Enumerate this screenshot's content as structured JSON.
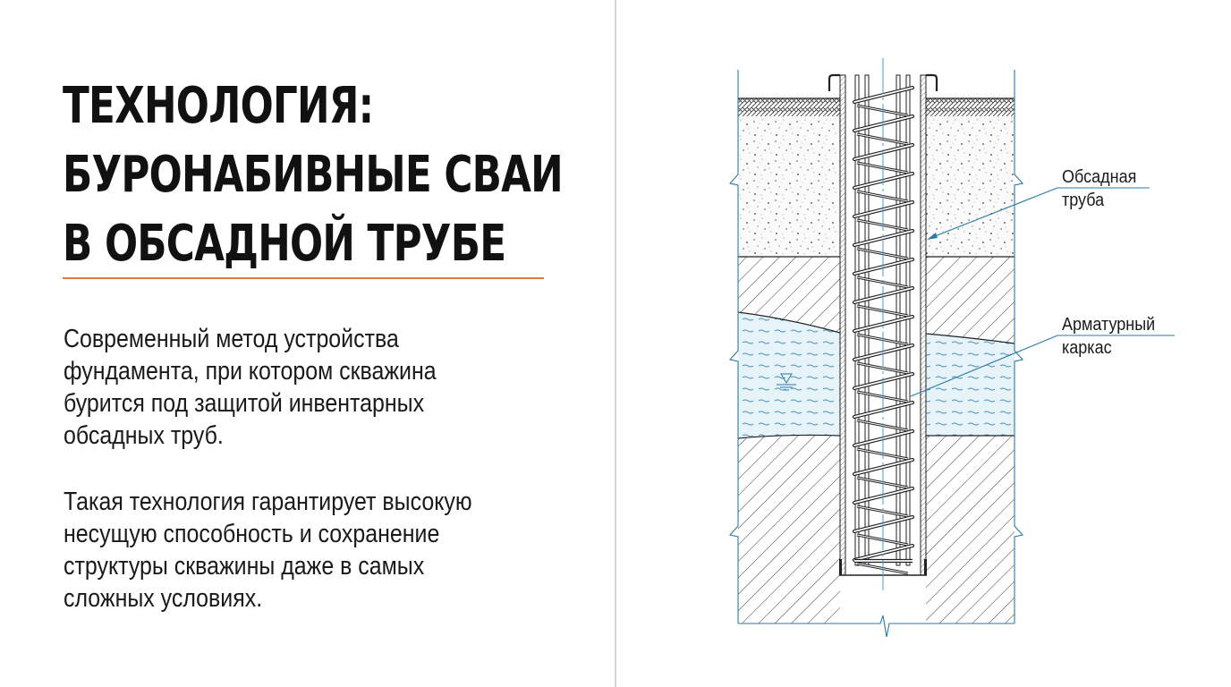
{
  "slide": {
    "title_lines": [
      "ТЕХНОЛОГИЯ:",
      "БУРОНАБИВНЫЕ СВАИ",
      "В ОБСАДНОЙ ТРУБЕ"
    ],
    "accent_color": "#e07b39",
    "paragraph_1_lines": [
      "Современный метод устройства",
      "фундамента, при котором скважина",
      "бурится под защитой инвентарных",
      "обсадных труб."
    ],
    "paragraph_2_lines": [
      "Такая технология гарантирует высокую",
      "несущую способность и сохранение",
      "структуры скважины даже в самых",
      "сложных условиях."
    ]
  },
  "diagram": {
    "line_color": "#2a7aa8",
    "water_color": "#e3f1f8",
    "labels": {
      "casing_line1": "Обсадная",
      "casing_line2": "труба",
      "cage_line1": "Арматурный",
      "cage_line2": "каркас"
    },
    "layers": [
      "topsoil",
      "sand-gravel",
      "clay",
      "groundwater",
      "clay"
    ]
  }
}
